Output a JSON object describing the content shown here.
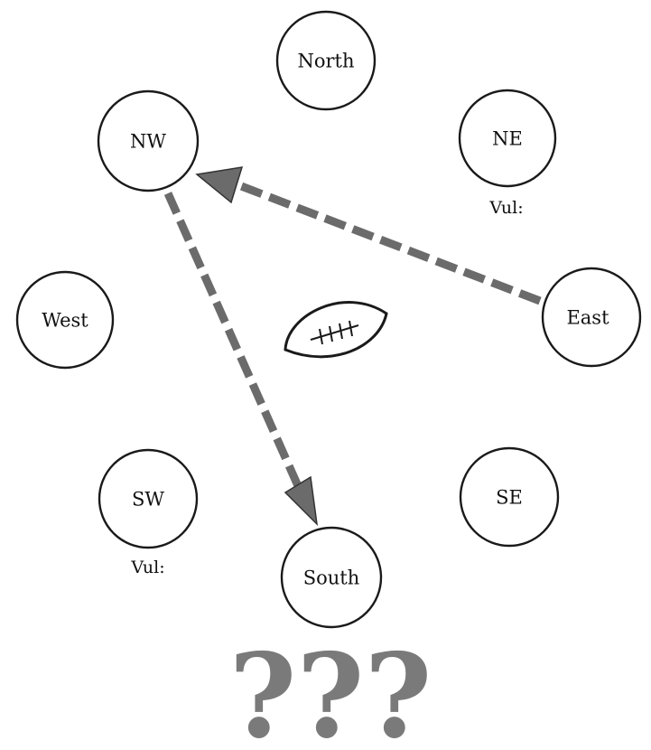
{
  "positions": {
    "north": "North",
    "nw": "NW",
    "ne": "NE",
    "west": "West",
    "east": "East",
    "sw": "SW",
    "se": "SE",
    "south": "South"
  },
  "vulnerability": {
    "ne": "Vul:",
    "sw": "Vul:"
  },
  "question_marks": "???",
  "colors": {
    "pass_arrow": "#6b6b6b",
    "outline": "#1a1a1a",
    "question_mark": "#7a7a7a"
  },
  "icons": {
    "ball": "football-icon"
  }
}
